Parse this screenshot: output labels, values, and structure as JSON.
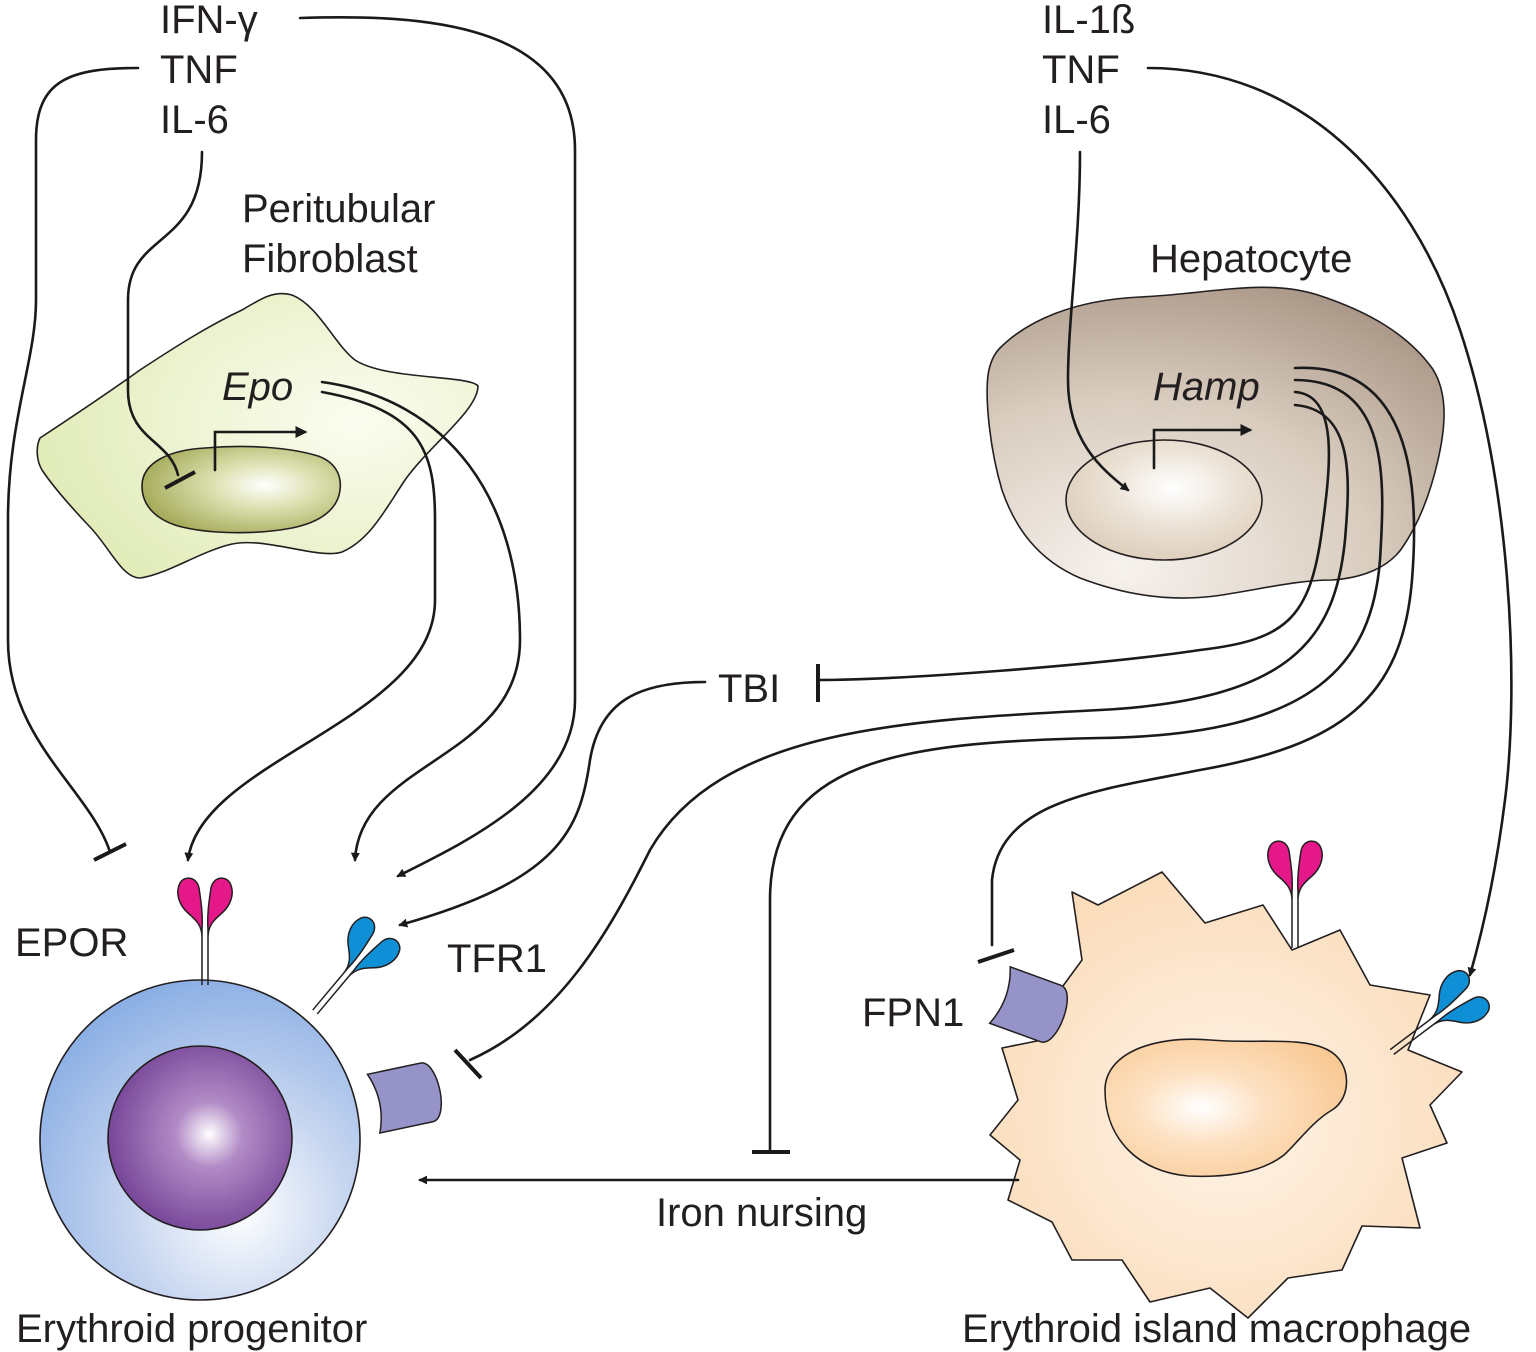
{
  "left_cytokines": [
    "IFN-γ",
    "TNF",
    "IL-6"
  ],
  "right_cytokines": [
    "IL-1ß",
    "TNF",
    "IL-6"
  ],
  "cells": {
    "fibroblast": [
      "Peritubular",
      "Fibroblast"
    ],
    "hepatocyte": "Hepatocyte",
    "progenitor": "Erythroid progenitor",
    "macrophage": "Erythroid island macrophage"
  },
  "genes": {
    "epo": "Epo",
    "hamp": "Hamp"
  },
  "receptors": {
    "epor": "EPOR",
    "tfr1": "TFR1",
    "fpn1": "FPN1"
  },
  "signals": {
    "tbi": "TBI",
    "iron_nursing": "Iron nursing"
  },
  "colors": {
    "epor": "#e5188a",
    "tfr1": "#0f8fd6",
    "fpn1": "#9593c8",
    "fibroblast": "#e9f2c6",
    "hepatocyte": "#cbbcae",
    "progenitor": "#8fb0e3",
    "macrophage": "#fbd9b2"
  }
}
